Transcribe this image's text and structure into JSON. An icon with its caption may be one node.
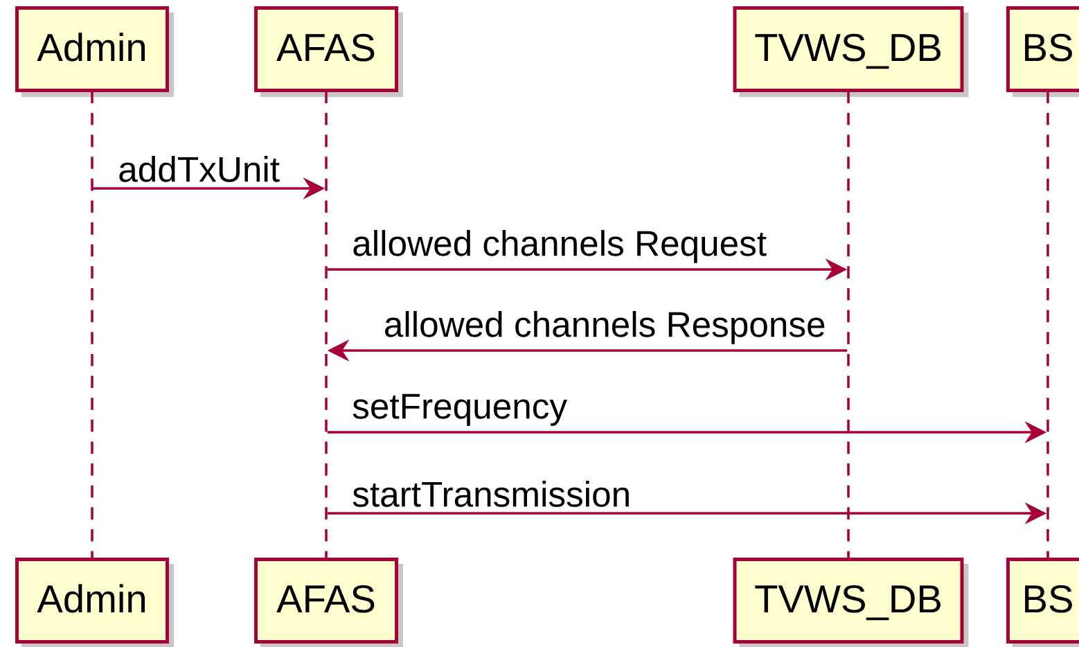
{
  "diagram": {
    "nodes": [
      {
        "text": [
          "Admin"
        ]
      },
      {
        "text": [
          "AFAS"
        ]
      },
      {
        "text": [
          "TVWS_DB"
        ]
      },
      {
        "text": [
          "BS"
        ]
      },
      {
        "text": [
          "Admin"
        ]
      },
      {
        "text": [
          "AFAS"
        ]
      },
      {
        "text": [
          "TVWS_DB"
        ]
      },
      {
        "text": [
          "BS"
        ]
      },
      {
        "text": [],
        "shape": "line"
      },
      {
        "text": [],
        "shape": "line"
      },
      {
        "text": [],
        "shape": "line"
      },
      {
        "text": [],
        "shape": "line"
      }
    ],
    "edges": [
      {
        "from": 8,
        "to": 9,
        "arrow": "to",
        "label": "addTxUnit"
      },
      {
        "from": 9,
        "to": 10,
        "arrow": "to",
        "label": "allowed channels Request"
      },
      {
        "from": 10,
        "to": 9,
        "arrow": "to",
        "label": "allowed channels Response"
      },
      {
        "from": 9,
        "to": 11,
        "arrow": "to",
        "label": "setFrequency"
      },
      {
        "from": 9,
        "to": 11,
        "arrow": "to",
        "label": "startTransmission"
      }
    ]
  }
}
